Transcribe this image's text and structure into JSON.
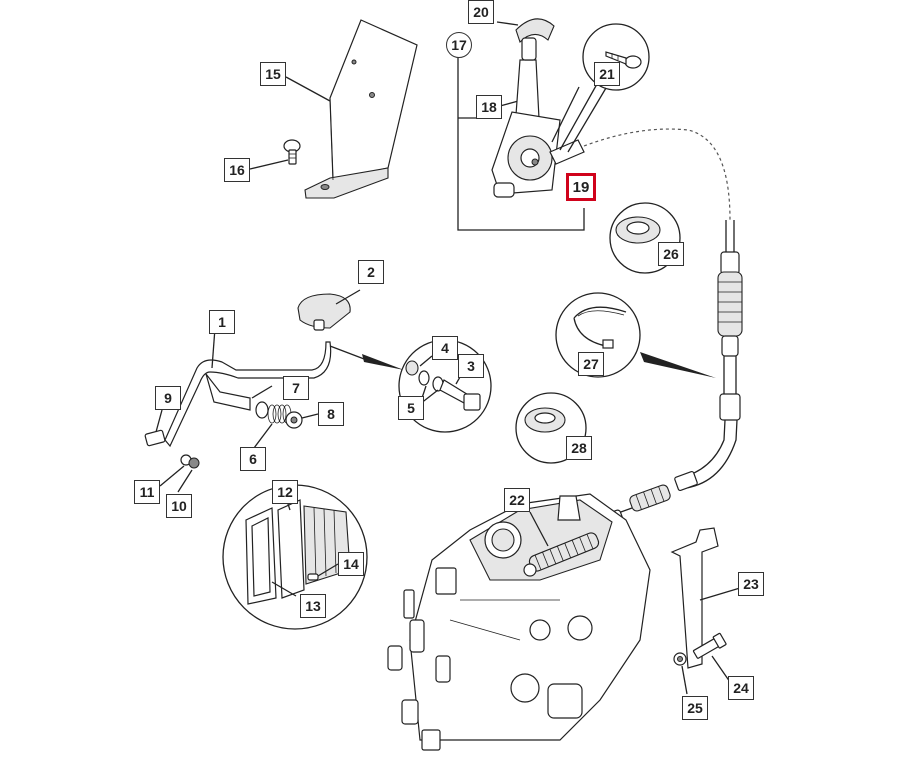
{
  "callouts": {
    "c1": "1",
    "c2": "2",
    "c3": "3",
    "c4": "4",
    "c5": "5",
    "c6": "6",
    "c7": "7",
    "c8": "8",
    "c9": "9",
    "c10": "10",
    "c11": "11",
    "c12": "12",
    "c13": "13",
    "c14": "14",
    "c15": "15",
    "c16": "16",
    "c17": "17",
    "c18": "18",
    "c19": "19",
    "c20": "20",
    "c21": "21",
    "c22": "22",
    "c23": "23",
    "c24": "24",
    "c25": "25",
    "c26": "26",
    "c27": "27",
    "c28": "28"
  },
  "highlight_color": "#d0021b",
  "highlighted_callout": "19"
}
